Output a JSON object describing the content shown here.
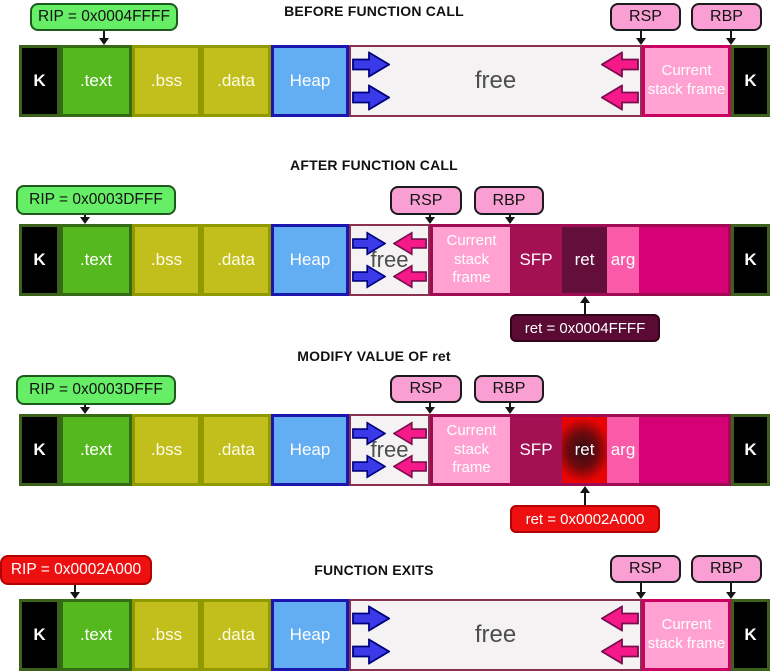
{
  "colors": {
    "rip_green_fill": "#66EE66",
    "rip_red_fill": "#EE1010",
    "register_pink_fill": "#F99FD3",
    "kernel_black": "#000000",
    "text_segment_green": "#55B81E",
    "bss_data_yellow": "#C2BE1B",
    "heap_blue": "#63ADF3",
    "free_gray": "#F4F2F3",
    "stack_frame_pink": "#FFA1D1",
    "sfp_raspberry": "#A31152",
    "ret_dark_maroon": "#640E3A",
    "ret_modified_red": "#E90404",
    "arg_hot_pink": "#F95BA8",
    "prev_frame_magenta": "#D60077",
    "heap_arrow_blue": "#3A3AE8",
    "stack_arrow_pink": "#F5198A"
  },
  "rows": [
    {
      "title": "BEFORE FUNCTION CALL",
      "rip_label": "RIP = 0x0004FFFF",
      "rsp_label": "RSP",
      "rbp_label": "RBP",
      "segments": {
        "kernel_left": "K",
        "text": ".text",
        "bss": ".bss",
        "data": ".data",
        "heap": "Heap",
        "free": "free",
        "stack_frame": "Current stack frame",
        "kernel_right": "K"
      }
    },
    {
      "title": "AFTER FUNCTION CALL",
      "rip_label": "RIP = 0x0003DFFF",
      "rsp_label": "RSP",
      "rbp_label": "RBP",
      "segments": {
        "kernel_left": "K",
        "text": ".text",
        "bss": ".bss",
        "data": ".data",
        "heap": "Heap",
        "free": "free",
        "stack_frame": "Current stack frame",
        "sfp": "SFP",
        "ret": "ret",
        "arg": "arg",
        "kernel_right": "K"
      },
      "ret_label": "ret = 0x0004FFFF"
    },
    {
      "title": "MODIFY VALUE OF ret",
      "rip_label": "RIP = 0x0003DFFF",
      "rsp_label": "RSP",
      "rbp_label": "RBP",
      "segments": {
        "kernel_left": "K",
        "text": ".text",
        "bss": ".bss",
        "data": ".data",
        "heap": "Heap",
        "free": "free",
        "stack_frame": "Current stack frame",
        "sfp": "SFP",
        "ret": "ret",
        "arg": "arg",
        "kernel_right": "K"
      },
      "ret_label": "ret = 0x0002A000"
    },
    {
      "title": "FUNCTION EXITS",
      "rip_label": "RIP = 0x0002A000",
      "rsp_label": "RSP",
      "rbp_label": "RBP",
      "segments": {
        "kernel_left": "K",
        "text": ".text",
        "bss": ".bss",
        "data": ".data",
        "heap": "Heap",
        "free": "free",
        "stack_frame": "Current stack frame",
        "kernel_right": "K"
      }
    }
  ]
}
